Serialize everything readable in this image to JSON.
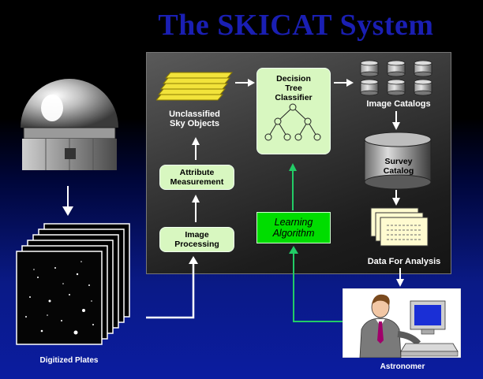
{
  "title": "The SKICAT System",
  "nodes": {
    "unclassified": "Unclassified\nSky Objects",
    "decision_tree": "Decision\nTree\nClassifier",
    "image_catalogs": "Image Catalogs",
    "survey_catalog": "Survey\nCatalog",
    "attribute_measurement": "Attribute\nMeasurement",
    "learning_algorithm": "Learning\nAlgorithm",
    "image_processing": "Image\nProcessing",
    "data_for_analysis": "Data For Analysis",
    "digitized_plates": "Digitized Plates",
    "astronomer": "Astronomer"
  },
  "colors": {
    "title": "#1a1fb3",
    "green_box": "#d8f7c0",
    "learning_box": "#00dd00",
    "arrow_green": "#22cc66",
    "arrow_white": "#ffffff"
  }
}
